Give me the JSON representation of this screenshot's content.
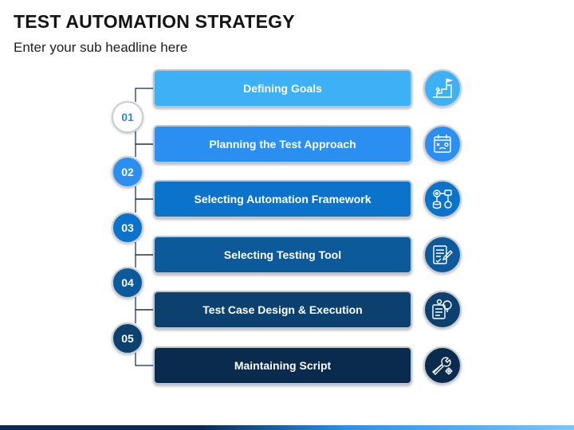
{
  "header": {
    "title": "TEST AUTOMATION STRATEGY",
    "subtitle": "Enter your sub headline here"
  },
  "colors": {
    "step_fills": [
      "#3eb0f5",
      "#2a8ff0",
      "#0b73c9",
      "#0d5a9a",
      "#0c416f",
      "#0a2a4e"
    ],
    "badge_fills": [
      "#ffffff",
      "#2a8ff0",
      "#0b73c9",
      "#0d5a9a",
      "#0c416f"
    ],
    "badge_text": [
      "#1e90e6",
      "#ffffff",
      "#ffffff",
      "#ffffff",
      "#ffffff"
    ],
    "connector": "#0a2a4e",
    "footer_dark": "#0a2a4e",
    "footer_light": "#2a8ff0"
  },
  "steps": [
    {
      "label": "Defining Goals",
      "icon": "goal-flag-steps-icon"
    },
    {
      "label": "Planning the Test Approach",
      "icon": "planning-board-icon"
    },
    {
      "label": "Selecting Automation Framework",
      "icon": "framework-network-icon"
    },
    {
      "label": "Selecting Testing Tool",
      "icon": "testing-tool-document-icon"
    },
    {
      "label": "Test Case Design & Execution",
      "icon": "design-execution-icon"
    },
    {
      "label": "Maintaining Script",
      "icon": "wrench-gear-icon"
    }
  ],
  "badges": [
    "01",
    "02",
    "03",
    "04",
    "05"
  ]
}
